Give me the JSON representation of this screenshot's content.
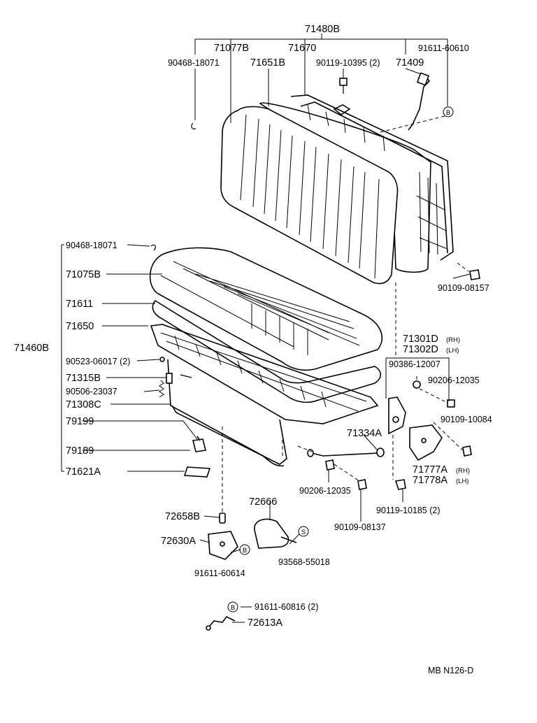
{
  "labels": {
    "l71480B": "71480B",
    "l71077B": "71077B",
    "l71670": "71670",
    "l91611_60610": "91611-60610",
    "l90468_18071_top": "90468-18071",
    "l71651B": "71651B",
    "l90119_10395": "90119-10395 (2)",
    "l71409": "71409",
    "l90468_18071": "90468-18071",
    "l71075B": "71075B",
    "l90109_08157": "90109-08157",
    "l71611": "71611",
    "l71650": "71650",
    "l71301D": "71301D",
    "l71301D_rh": "(RH)",
    "l71302D": "71302D",
    "l71302D_lh": "(LH)",
    "l71460B": "71460B",
    "l90523_06017": "90523-06017 (2)",
    "l90386_12007": "90386-12007",
    "l71315B": "71315B",
    "l90206_12035_r": "90206-12035",
    "l90506_23037": "90506-23037",
    "l71308C": "71308C",
    "l79199": "79199",
    "l90109_10084": "90109-10084",
    "l71334A": "71334A",
    "l79189": "79189",
    "l71777A": "71777A",
    "l71777A_rh": "(RH)",
    "l71778A": "71778A",
    "l71778A_lh": "(LH)",
    "l71621A": "71621A",
    "l90206_12035_b": "90206-12035",
    "l90119_10185": "90119-10185 (2)",
    "l72666": "72666",
    "l72658B": "72658B",
    "l90109_08137": "90109-08137",
    "l72630A": "72630A",
    "l93568_55018": "93568-55018",
    "l91611_60614": "91611-60614",
    "l91611_60816": "91611-60816 (2)",
    "l72613A": "72613A",
    "code": "MB N126-D"
  },
  "markers": {
    "b": "B",
    "s": "S"
  }
}
